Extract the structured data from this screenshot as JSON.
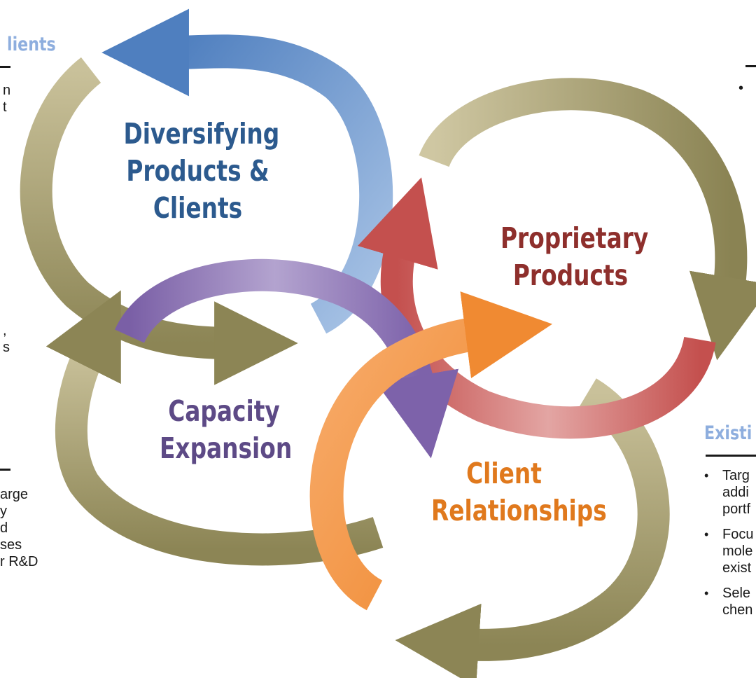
{
  "colors": {
    "olive_arrow": "#9c9468",
    "blue_arrow": "#5f88c4",
    "purple_arrow": "#8d73b3",
    "red_arrow": "#c85a5a",
    "orange_arrow": "#f0913c",
    "label_blue": "#2c5a8e",
    "label_red": "#8e2f2c",
    "label_purple": "#5d4a86",
    "label_orange": "#e0791d",
    "panel_heading": "#8eaede"
  },
  "cycles": {
    "diversifying": {
      "lines": [
        "Diversifying",
        "Products &",
        "Clients"
      ]
    },
    "proprietary": {
      "lines": [
        "Proprietary",
        "Products"
      ]
    },
    "capacity": {
      "lines": [
        "Capacity",
        "Expansion"
      ]
    },
    "client": {
      "lines": [
        "Client",
        "Relationships"
      ]
    }
  },
  "left_panel": {
    "heading_fragment": "lients",
    "top_text_lines": [
      "n",
      "t"
    ],
    "middle_text_lines": [
      ",",
      "s"
    ],
    "bottom_text_lines": [
      "arge",
      "y",
      "d",
      "ses",
      "r R&D"
    ]
  },
  "right_panel": {
    "top_bullet": "•",
    "heading_fragment": "Existi",
    "bullets": [
      {
        "lines": [
          "Targ",
          "addi",
          "portf"
        ]
      },
      {
        "lines": [
          "Focu",
          "mole",
          "exist"
        ]
      },
      {
        "lines": [
          "Sele",
          "chen"
        ]
      }
    ]
  }
}
